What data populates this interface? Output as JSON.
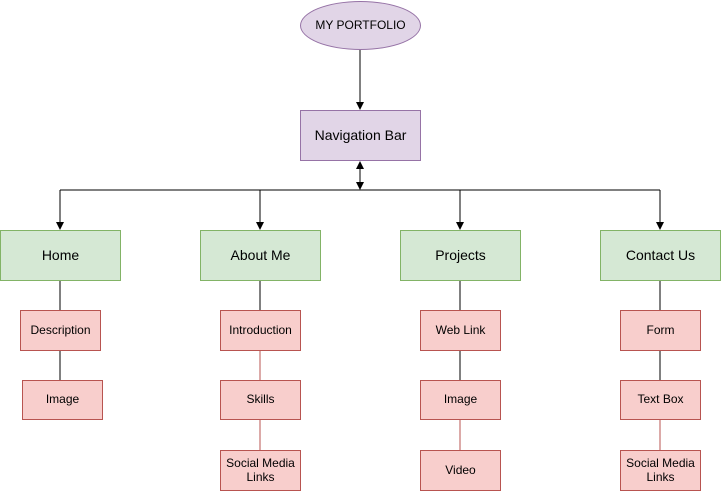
{
  "diagram": {
    "root": {
      "label": "MY PORTFOLIO"
    },
    "nav": {
      "label": "Navigation Bar"
    },
    "sections": [
      {
        "label": "Home",
        "items": [
          "Description",
          "Image"
        ]
      },
      {
        "label": "About Me",
        "items": [
          "Introduction",
          "Skills",
          "Social Media Links"
        ]
      },
      {
        "label": "Projects",
        "items": [
          "Web Link",
          "Image",
          "Video"
        ]
      },
      {
        "label": "Contact Us",
        "items": [
          "Form",
          "Text Box",
          "Social Media Links"
        ]
      }
    ]
  },
  "colors": {
    "purple_fill": "#e1d5e7",
    "purple_stroke": "#9673a6",
    "green_fill": "#d5e8d4",
    "green_stroke": "#82b366",
    "red_fill": "#f8cecc",
    "red_stroke": "#b85450",
    "edge": "#000000"
  }
}
